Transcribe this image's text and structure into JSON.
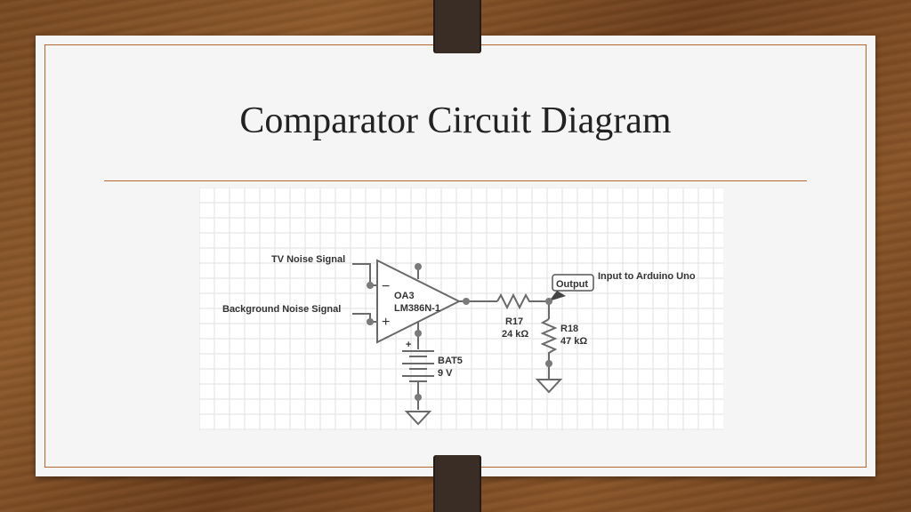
{
  "slide": {
    "title": "Comparator Circuit Diagram"
  },
  "diagram": {
    "labels": {
      "tv_noise": "TV Noise Signal",
      "background_noise": "Background Noise Signal",
      "opamp_name": "OA3",
      "opamp_model": "LM386N-1",
      "minus_sign": "−",
      "plus_sign": "+",
      "battery_plus": "+",
      "battery_name": "BAT5",
      "battery_value": "9 V",
      "r17_name": "R17",
      "r17_value": "24 kΩ",
      "r18_name": "R18",
      "r18_value": "47 kΩ",
      "output_tag": "Output",
      "output_note": "Input to Arduino Uno"
    },
    "colors": {
      "wire": "#6a6a6a",
      "node": "#7a7a7a",
      "grid": "#e2e2e2",
      "text": "#333333"
    }
  }
}
